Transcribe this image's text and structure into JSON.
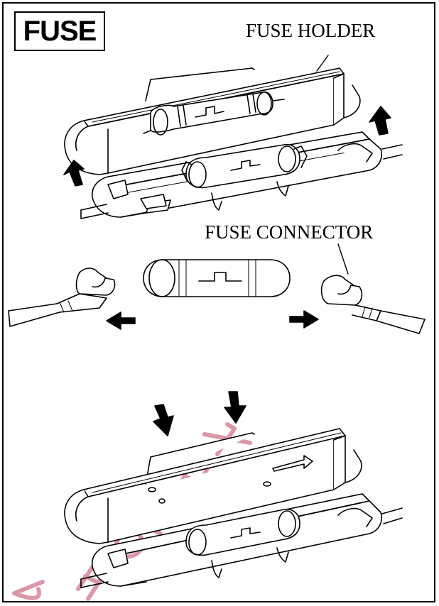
{
  "title": "FUSE",
  "labels": {
    "fuse_holder": "FUSE HOLDER",
    "fuse_connector": "FUSE CONNECTOR"
  },
  "colors": {
    "line": "#000000",
    "background": "#ffffff",
    "watermark": "#d4869a"
  },
  "icons": [
    "arrow-up-icon",
    "arrow-left-icon",
    "arrow-right-icon",
    "arrow-down-icon"
  ]
}
